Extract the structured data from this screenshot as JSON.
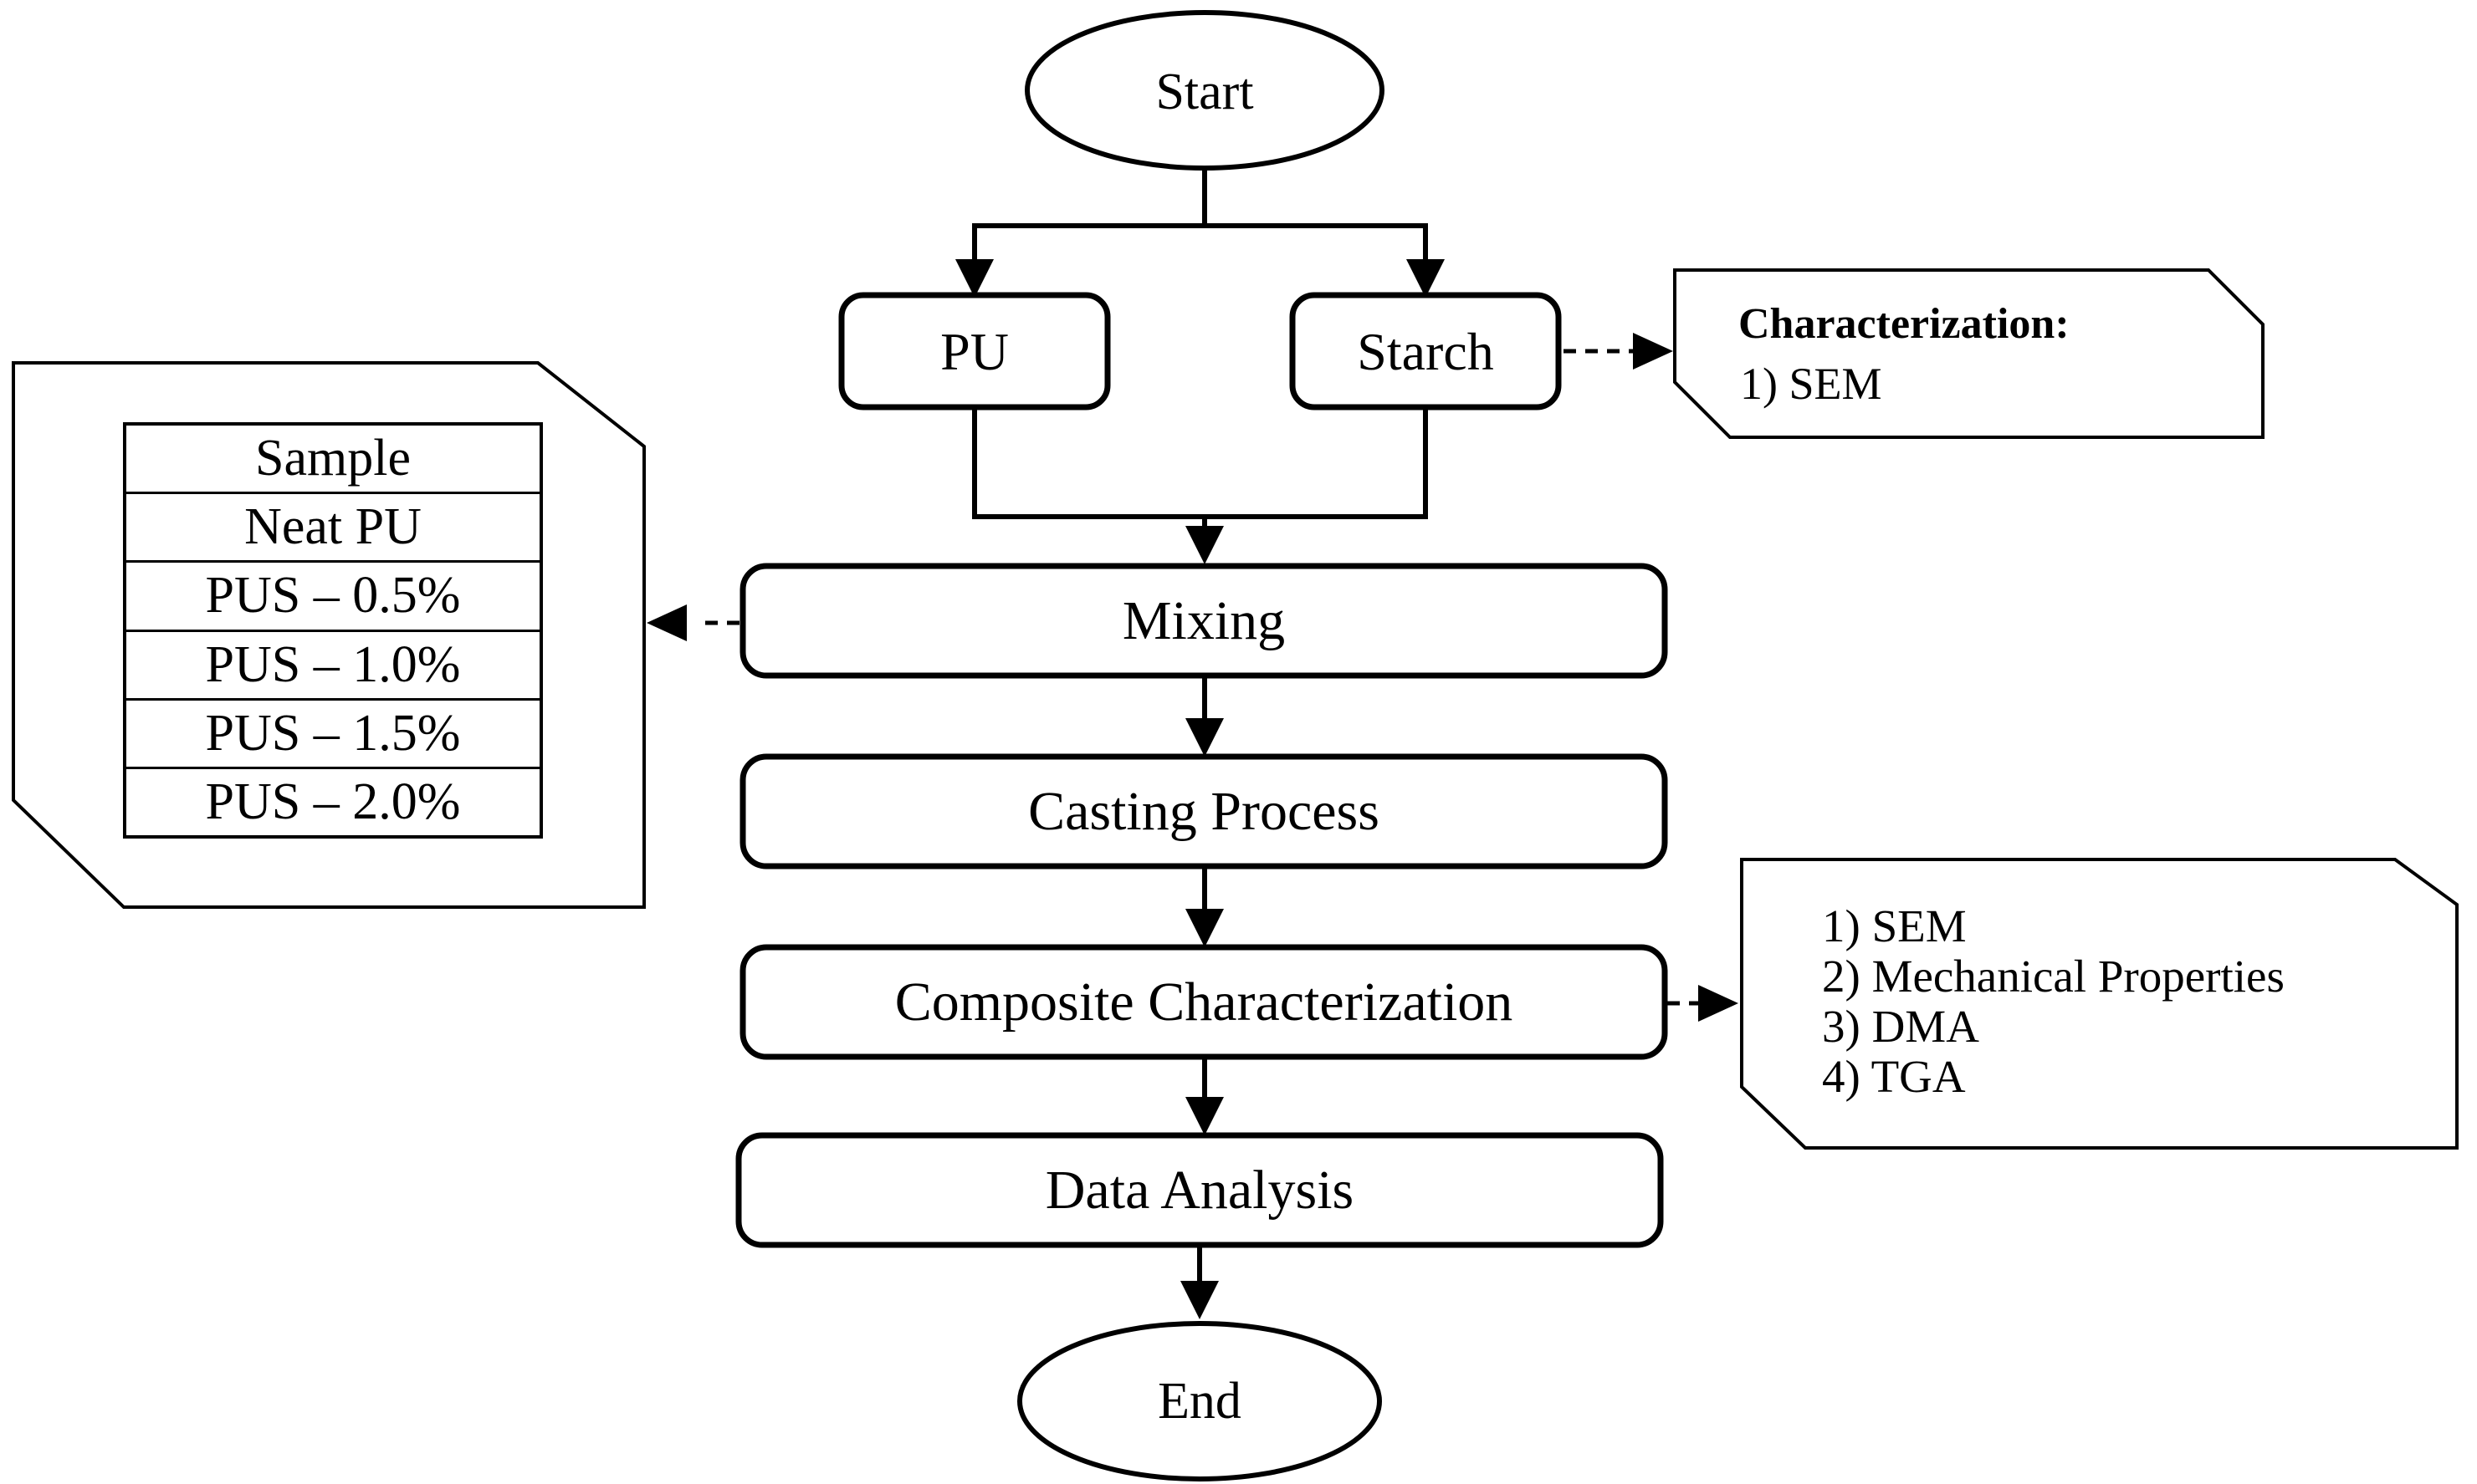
{
  "colors": {
    "line": "#000000",
    "node_fill": "#ffffff",
    "background": "#ffffff"
  },
  "nodes": {
    "start": "Start",
    "pu": "PU",
    "starch": "Starch",
    "mixing": "Mixing",
    "casting": "Casting Process",
    "composite_characterization": "Composite Characterization",
    "data_analysis": "Data Analysis",
    "end": "End"
  },
  "starch_callout": {
    "title": "Characterization:",
    "items": [
      "1) SEM"
    ]
  },
  "mixing_callout": {
    "table": {
      "header": "Sample",
      "rows": [
        "Neat PU",
        "PUS – 0.5%",
        "PUS – 1.0%",
        "PUS – 1.5%",
        "PUS – 2.0%"
      ]
    }
  },
  "composite_callout": {
    "items": [
      "1) SEM",
      "2) Mechanical Properties",
      "3) DMA",
      "4) TGA"
    ]
  }
}
